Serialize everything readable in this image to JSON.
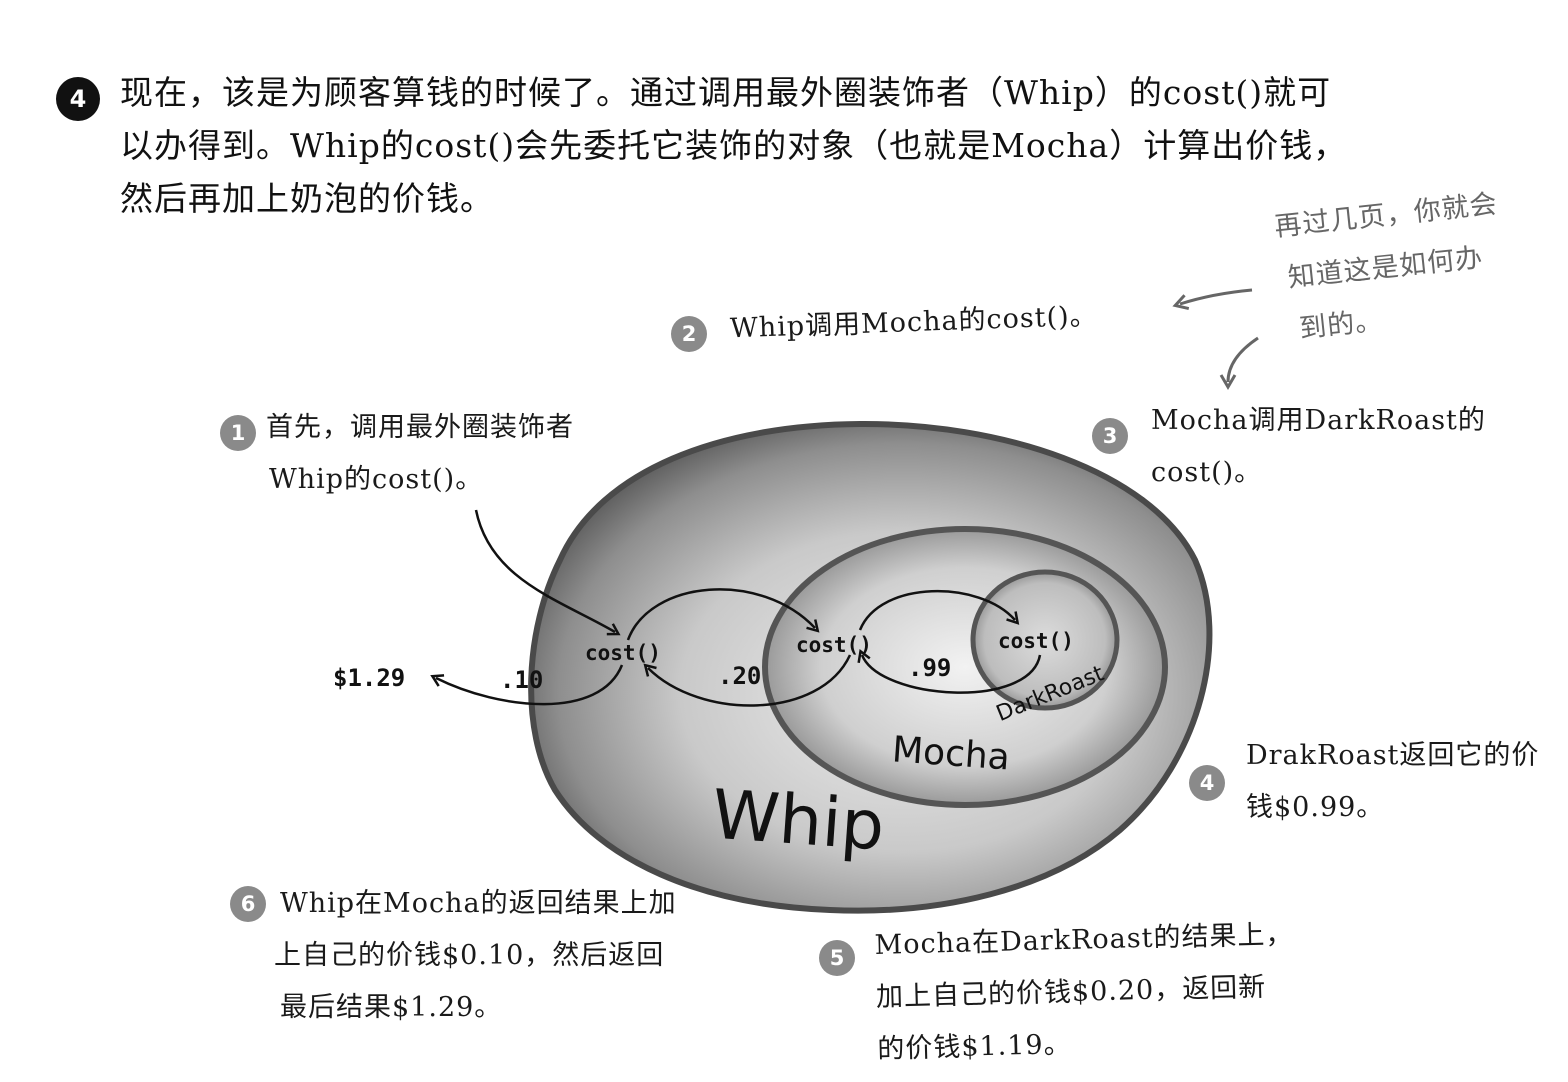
{
  "intro": {
    "step_number": "4",
    "lines": [
      "现在，该是为顾客算钱的时候了。通过调用最外圈装饰者（Whip）的cost()就可",
      "以办得到。Whip的cost()会先委托它装饰的对象（也就是Mocha）计算出价钱，",
      "然后再加上奶泡的价钱。"
    ]
  },
  "side_note": {
    "lines": [
      "再过几页，你就会",
      "知道这是如何办",
      "到的。"
    ]
  },
  "callouts": [
    {
      "number": "1",
      "lines": [
        "首先，调用最外圈装饰者",
        "Whip的cost()。"
      ]
    },
    {
      "number": "2",
      "lines": [
        "Whip调用Mocha的cost()。"
      ]
    },
    {
      "number": "3",
      "lines": [
        "Mocha调用DarkRoast的",
        "cost()。"
      ]
    },
    {
      "number": "4",
      "lines": [
        "DrakRoast返回它的价",
        "钱$0.99。"
      ]
    },
    {
      "number": "5",
      "lines": [
        "Mocha在DarkRoast的结果上，",
        "加上自己的价钱$0.20，返回新",
        "的价钱$1.19。"
      ]
    },
    {
      "number": "6",
      "lines": [
        "Whip在Mocha的返回结果上加",
        "上自己的价钱$0.10，然后返回",
        "最后结果$1.29。"
      ]
    }
  ],
  "diagram": {
    "layers": {
      "outer": "Whip",
      "middle": "Mocha",
      "inner": "DarkRoast"
    },
    "method_label": "cost()",
    "values": {
      "inner_return": ".99",
      "middle_add": ".20",
      "outer_add": ".10",
      "total": "$1.29"
    }
  }
}
